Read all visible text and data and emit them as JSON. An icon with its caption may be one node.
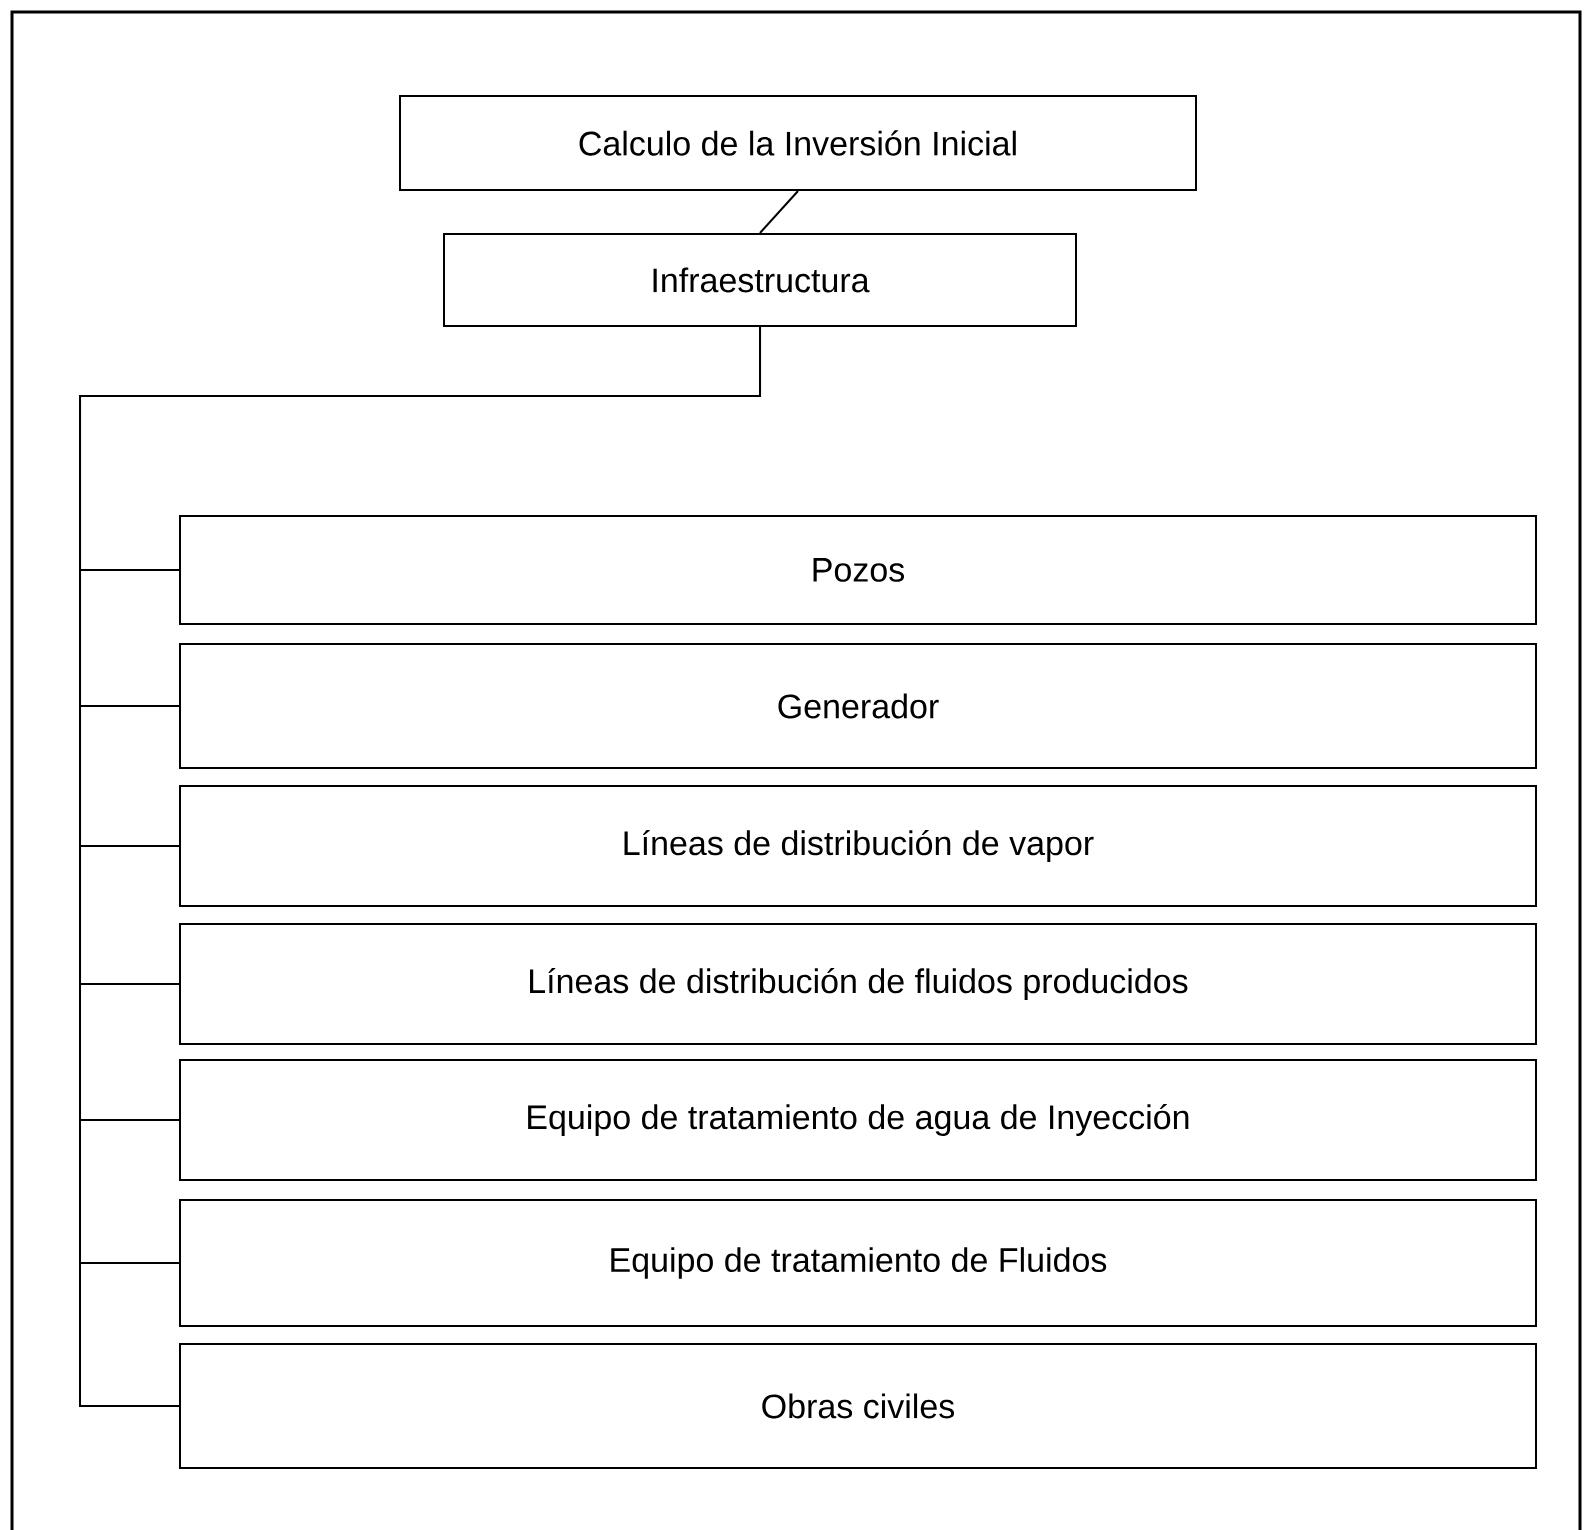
{
  "diagram": {
    "nodes": [
      {
        "text": [
          "Calculo de la Inversión Inicial"
        ]
      },
      {
        "text": [
          "Infraestructura"
        ]
      },
      {
        "text": [
          "Pozos"
        ]
      },
      {
        "text": [
          "Generador"
        ]
      },
      {
        "text": [
          "Líneas de distribución de vapor"
        ]
      },
      {
        "text": [
          "Líneas de distribución de fluidos producidos"
        ]
      },
      {
        "text": [
          "Equipo de tratamiento de agua de Inyección"
        ]
      },
      {
        "text": [
          "Equipo de tratamiento de Fluidos"
        ]
      },
      {
        "text": [
          "Obras civiles"
        ]
      }
    ],
    "edges": [
      {
        "from": 0,
        "to": 1,
        "arrow": "none"
      },
      {
        "from": 1,
        "to": 2,
        "arrow": "none"
      },
      {
        "from": 1,
        "to": 3,
        "arrow": "none"
      },
      {
        "from": 1,
        "to": 4,
        "arrow": "none"
      },
      {
        "from": 1,
        "to": 5,
        "arrow": "none"
      },
      {
        "from": 1,
        "to": 6,
        "arrow": "none"
      },
      {
        "from": 1,
        "to": 7,
        "arrow": "none"
      },
      {
        "from": 1,
        "to": 8,
        "arrow": "none"
      }
    ]
  }
}
